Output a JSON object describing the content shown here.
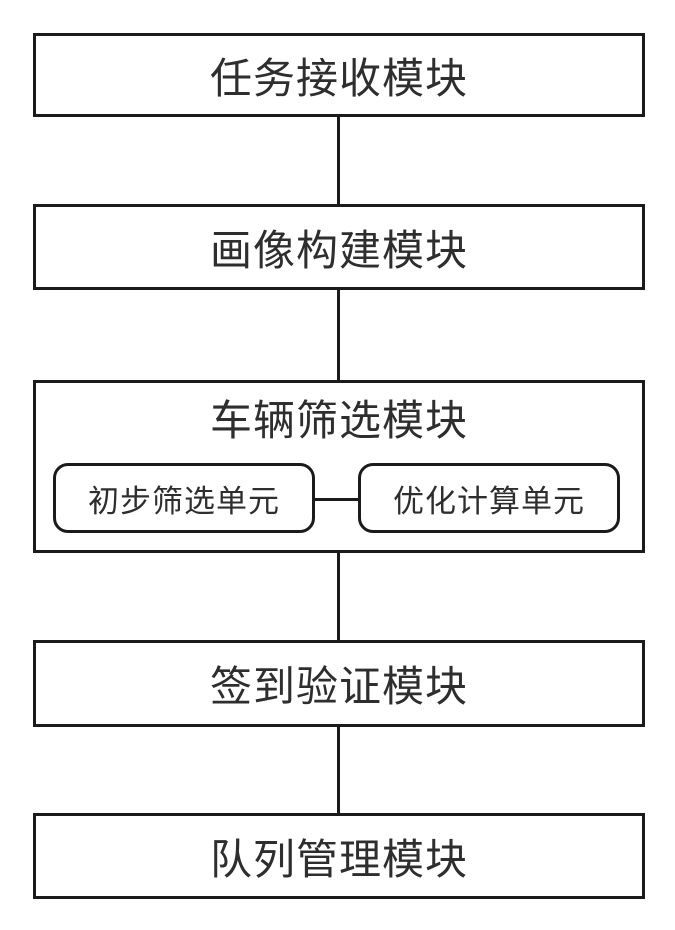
{
  "diagram": {
    "type": "block-diagram",
    "background_color": "#ffffff",
    "line_color": "#1b1b1b",
    "text_color": "#2e2e2e",
    "modules": [
      {
        "id": "task-receiving",
        "label": "任务接收模块"
      },
      {
        "id": "profile-construction",
        "label": "画像构建模块"
      },
      {
        "id": "vehicle-screening",
        "label": "车辆筛选模块",
        "units": [
          {
            "id": "preliminary-screening",
            "label": "初步筛选单元"
          },
          {
            "id": "optimization-calculation",
            "label": "优化计算单元"
          }
        ]
      },
      {
        "id": "checkin-verification",
        "label": "签到验证模块"
      },
      {
        "id": "queue-management",
        "label": "队列管理模块"
      }
    ],
    "connections": [
      {
        "from": "task-receiving",
        "to": "profile-construction"
      },
      {
        "from": "profile-construction",
        "to": "vehicle-screening"
      },
      {
        "from": "vehicle-screening",
        "to": "checkin-verification"
      },
      {
        "from": "checkin-verification",
        "to": "queue-management"
      },
      {
        "from": "preliminary-screening",
        "to": "optimization-calculation"
      }
    ]
  }
}
